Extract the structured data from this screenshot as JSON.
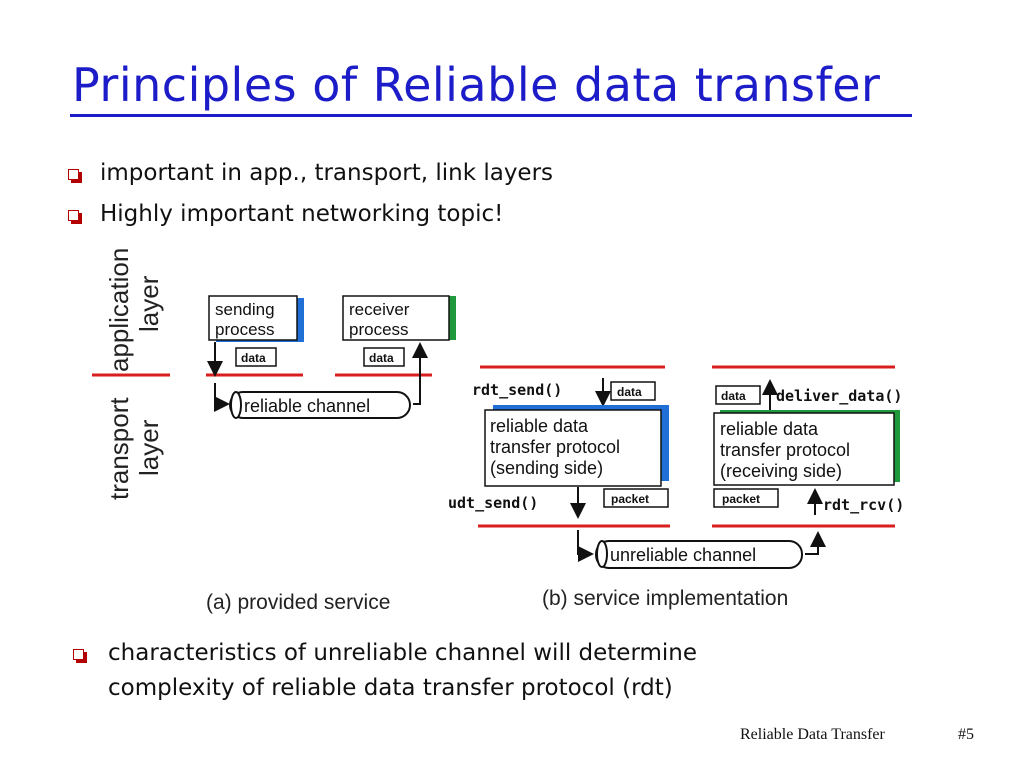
{
  "slide": {
    "title": "Principles of Reliable data transfer",
    "bullets_top": [
      "important in app., transport, link layers",
      "Highly important networking topic!"
    ],
    "bullet_bottom_lines": [
      "characteristics of unreliable channel will determine",
      "complexity of reliable data transfer protocol (rdt)"
    ],
    "footer_left": "Reliable Data Transfer",
    "footer_right": "#5"
  },
  "diagram": {
    "layer_labels": {
      "application": [
        "application",
        "layer"
      ],
      "transport": [
        "transport",
        "layer"
      ]
    },
    "panel_a": {
      "sending_process": [
        "sending",
        "process"
      ],
      "receiver_process": [
        "receiver",
        "process"
      ],
      "data_label_left": "data",
      "data_label_right": "data",
      "channel": "reliable channel",
      "caption": "(a)  provided service"
    },
    "panel_b": {
      "rdt_send": "rdt_send()",
      "deliver_data": "deliver_data()",
      "data_left": "data",
      "data_right": "data",
      "sender_box": [
        "reliable data",
        "transfer protocol",
        "(sending side)"
      ],
      "receiver_box": [
        "reliable data",
        "transfer protocol",
        "(receiving side)"
      ],
      "udt_send": "udt_send()",
      "rdt_rcv": "rdt_rcv()",
      "packet_left": "packet",
      "packet_right": "packet",
      "channel": "unreliable channel",
      "caption": "(b) service implementation"
    },
    "colors": {
      "title_blue": "#1c1cc8",
      "bullet_red": "#b30000",
      "layer_line_red": "#d81e1e",
      "box_shadow_blue": "#1f6fd6",
      "box_shadow_green": "#1e9a3c"
    }
  }
}
